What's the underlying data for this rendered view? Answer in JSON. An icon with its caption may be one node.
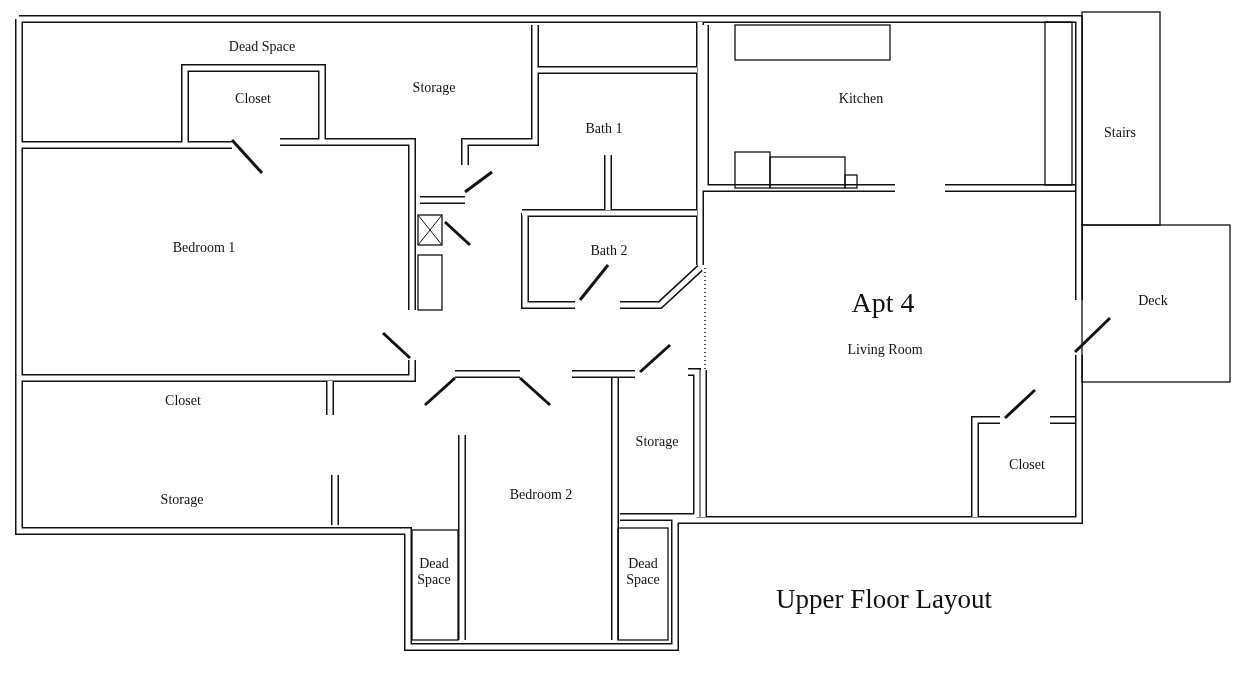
{
  "diagram": {
    "title": "Upper Floor Layout",
    "labels": [
      "Dead Space",
      "Closet",
      "Storage",
      "Kitchen",
      "Bath 1",
      "Stairs",
      "Bedroom 1",
      "Bath 2",
      "Apt 4",
      "Deck",
      "Living Room",
      "Closet",
      "Storage",
      "Closet",
      "Storage",
      "Bedroom 2",
      "Dead Space",
      "Dead Space"
    ]
  }
}
